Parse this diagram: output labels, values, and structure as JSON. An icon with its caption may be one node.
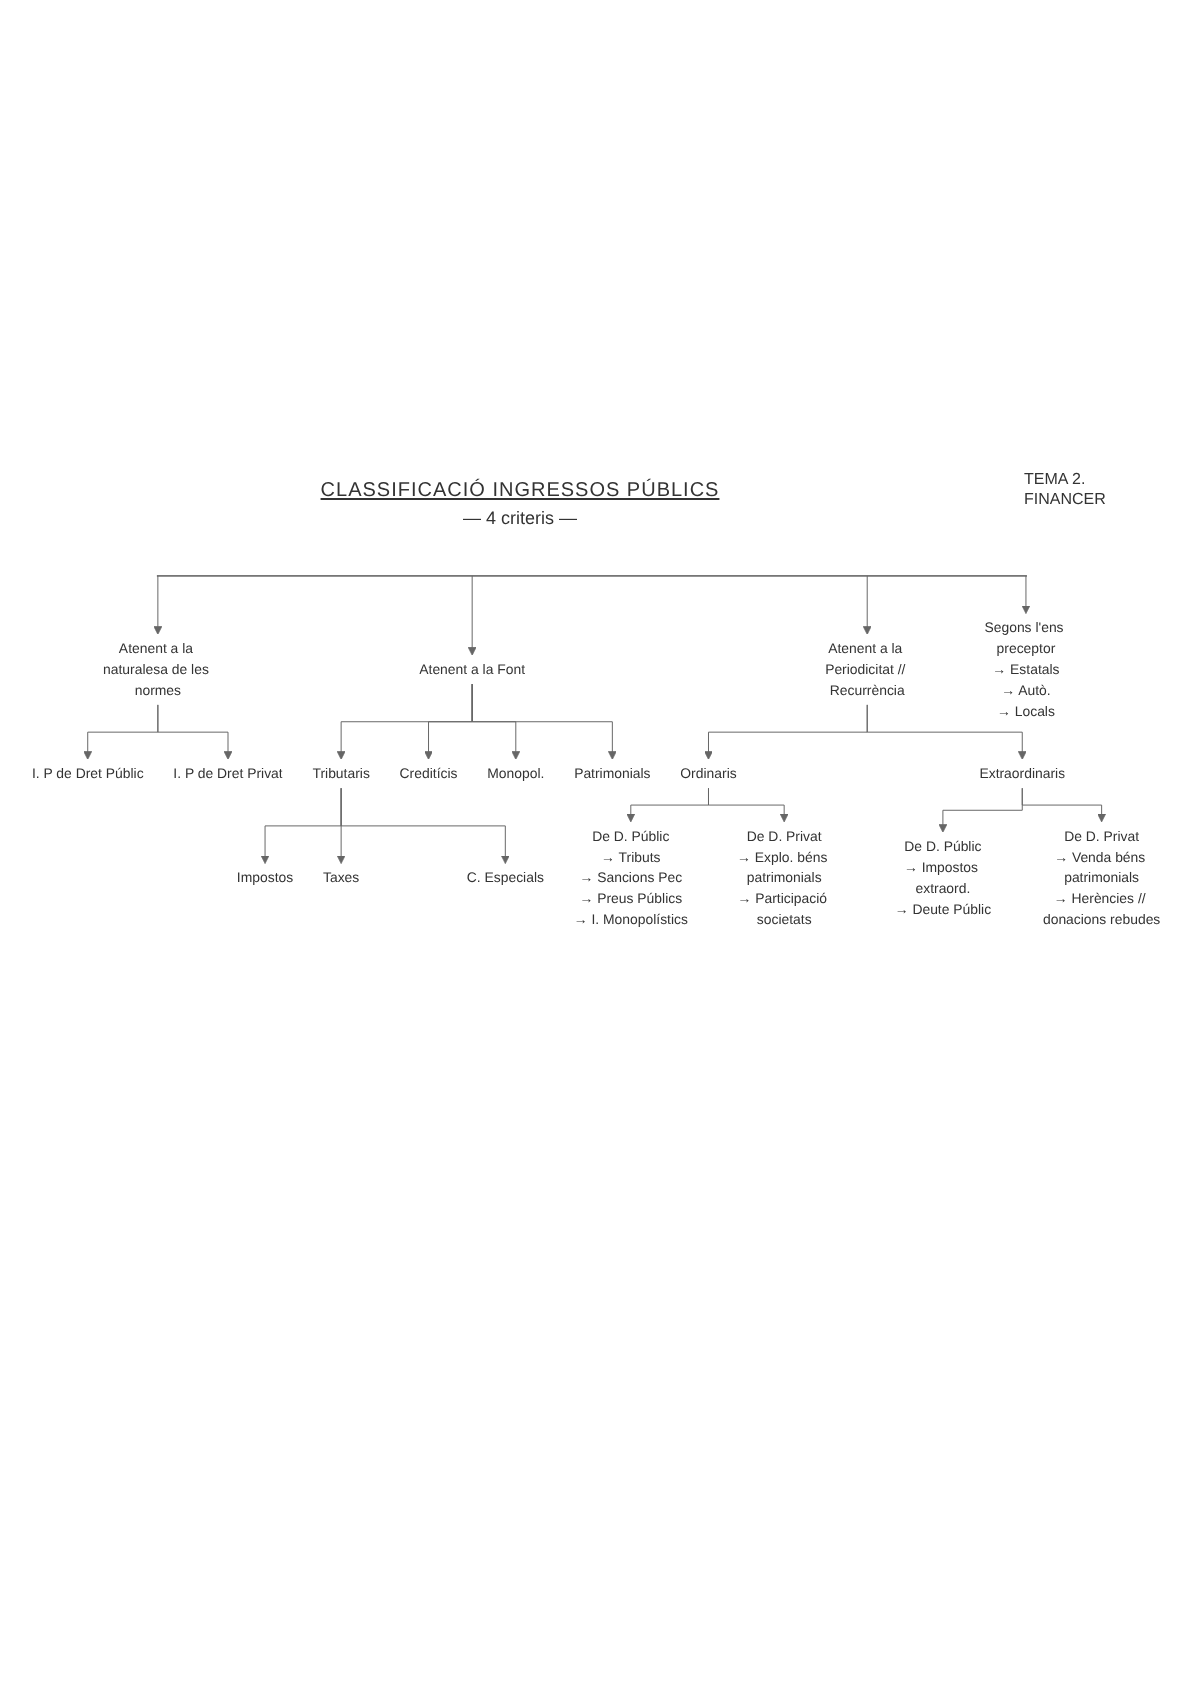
{
  "diagram": {
    "title": "CLASSIFICACIÓ INGRESSOS PÚBLICS",
    "nodes": [
      {
        "text": [],
        "shape": "bar"
      },
      {
        "text": [
          "Atenent a la naturalesa de les normes"
        ]
      },
      {
        "text": [
          "I. P de Dret Públic"
        ]
      },
      {
        "text": [
          "I. P de Dret Privat"
        ]
      },
      {
        "text": [
          "Atenent a la Font"
        ]
      },
      {
        "text": [
          "Tributaris"
        ]
      },
      {
        "text": [
          "Creditícis"
        ]
      },
      {
        "text": [
          "Monopol."
        ]
      },
      {
        "text": [
          "Patrimonials"
        ]
      },
      {
        "text": [
          "Impostos"
        ]
      },
      {
        "text": [
          "Taxes"
        ]
      },
      {
        "text": [
          "C. Especials"
        ]
      },
      {
        "text": [
          "Atenent a la Periodicitat // Recurrència"
        ]
      },
      {
        "text": [
          "Ordinaris"
        ]
      },
      {
        "text": [
          "De D. Públic",
          "→ Tributs",
          "→ Sancions Pec",
          "→ Preus Públics",
          "→ I. Monopolístics"
        ]
      },
      {
        "text": [
          "De D. Privat",
          "→ Explo. béns patrimonials",
          "→ Participació societats"
        ]
      },
      {
        "text": [
          "Extraordinaris"
        ]
      },
      {
        "text": [
          "De D. Públic",
          "→ Impostos extraord.",
          "→ Deute Públic"
        ]
      },
      {
        "text": [
          "De D. Privat",
          "→ Venda béns patrimonials",
          "→ Herències // donacions rebudes"
        ]
      },
      {
        "text": [
          "Segons l'ens preceptor",
          "→ Estatals",
          "→ Autò.",
          "→ Locals"
        ]
      }
    ],
    "edges": [
      {
        "from": 0,
        "to": 1,
        "arrow": "to"
      },
      {
        "from": 0,
        "to": 4,
        "arrow": "to"
      },
      {
        "from": 0,
        "to": 12,
        "arrow": "to"
      },
      {
        "from": 0,
        "to": 19,
        "arrow": "to"
      },
      {
        "from": 1,
        "to": 2,
        "arrow": "to"
      },
      {
        "from": 1,
        "to": 3,
        "arrow": "to"
      },
      {
        "from": 4,
        "to": 5,
        "arrow": "to"
      },
      {
        "from": 4,
        "to": 6,
        "arrow": "to"
      },
      {
        "from": 4,
        "to": 7,
        "arrow": "to"
      },
      {
        "from": 4,
        "to": 8,
        "arrow": "to"
      },
      {
        "from": 5,
        "to": 9,
        "arrow": "to"
      },
      {
        "from": 5,
        "to": 10,
        "arrow": "to"
      },
      {
        "from": 5,
        "to": 11,
        "arrow": "to"
      },
      {
        "from": 12,
        "to": 13,
        "arrow": "to"
      },
      {
        "from": 12,
        "to": 16,
        "arrow": "to"
      },
      {
        "from": 13,
        "to": 14,
        "arrow": "to"
      },
      {
        "from": 13,
        "to": 15,
        "arrow": "to"
      },
      {
        "from": 16,
        "to": 17,
        "arrow": "to"
      },
      {
        "from": 16,
        "to": 18,
        "arrow": "to"
      }
    ],
    "labels": [
      "— 4 criteris —",
      "TEMA 2. FINANCER"
    ]
  }
}
